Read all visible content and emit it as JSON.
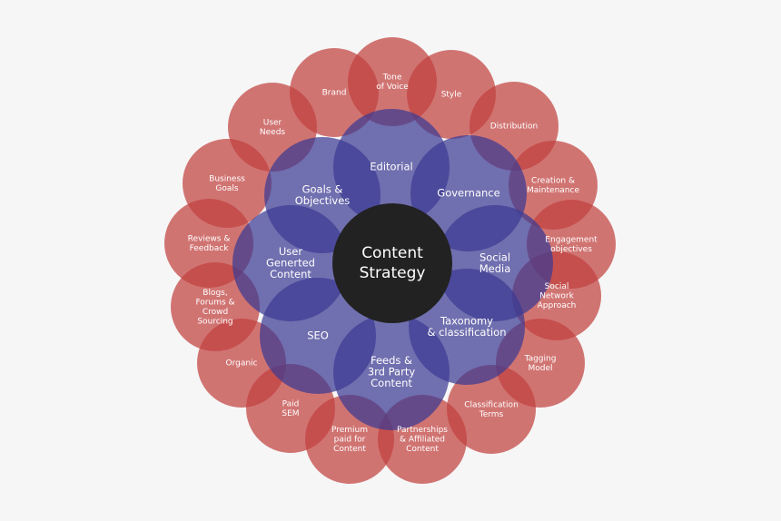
{
  "center": {
    "lines": [
      "Content",
      "Strategy"
    ]
  },
  "inner_ring": [
    {
      "key": "editorial",
      "lines": [
        "Editorial"
      ]
    },
    {
      "key": "governance",
      "lines": [
        "Governance"
      ]
    },
    {
      "key": "social-media",
      "lines": [
        "Social",
        "Media"
      ]
    },
    {
      "key": "taxonomy",
      "lines": [
        "Taxonomy",
        "& classification"
      ]
    },
    {
      "key": "feeds",
      "lines": [
        "Feeds &",
        "3rd Party",
        "Content"
      ]
    },
    {
      "key": "seo",
      "lines": [
        "SEO"
      ]
    },
    {
      "key": "user-generated",
      "lines": [
        "User",
        "Generted",
        "Content"
      ]
    },
    {
      "key": "goals",
      "lines": [
        "Goals &",
        "Objectives"
      ]
    }
  ],
  "outer_ring": [
    {
      "key": "tone",
      "lines": [
        "Tone",
        "of Voice"
      ]
    },
    {
      "key": "style",
      "lines": [
        "Style"
      ]
    },
    {
      "key": "distribution",
      "lines": [
        "Distribution"
      ]
    },
    {
      "key": "creation",
      "lines": [
        "Creation &",
        "Maintenance"
      ]
    },
    {
      "key": "engagement",
      "lines": [
        "Engagement",
        "objectives"
      ]
    },
    {
      "key": "social-network",
      "lines": [
        "Social",
        "Network",
        "Approach"
      ]
    },
    {
      "key": "tagging",
      "lines": [
        "Tagging",
        "Model"
      ]
    },
    {
      "key": "classification-terms",
      "lines": [
        "Classification",
        "Terms"
      ]
    },
    {
      "key": "partnerships",
      "lines": [
        "Partnerships",
        "& Affiliated",
        "Content"
      ]
    },
    {
      "key": "premium",
      "lines": [
        "Premium",
        "paid for",
        "Content"
      ]
    },
    {
      "key": "paid-sem",
      "lines": [
        "Paid",
        "SEM"
      ]
    },
    {
      "key": "organic",
      "lines": [
        "Organic"
      ]
    },
    {
      "key": "blogs",
      "lines": [
        "Blogs,",
        "Forums &",
        "Crowd",
        "Sourcing"
      ]
    },
    {
      "key": "reviews",
      "lines": [
        "Reviews &",
        "Feedback"
      ]
    },
    {
      "key": "business-goals",
      "lines": [
        "Business",
        "Goals"
      ]
    },
    {
      "key": "user-needs",
      "lines": [
        "User",
        "Needs"
      ]
    },
    {
      "key": "brand",
      "lines": [
        "Brand"
      ]
    }
  ],
  "colors": {
    "background": "#f6f6f6",
    "outer_circle": "#c0413e",
    "inner_circle": "#3b3a93",
    "center_circle": "#222222",
    "label": "#ffffff"
  }
}
